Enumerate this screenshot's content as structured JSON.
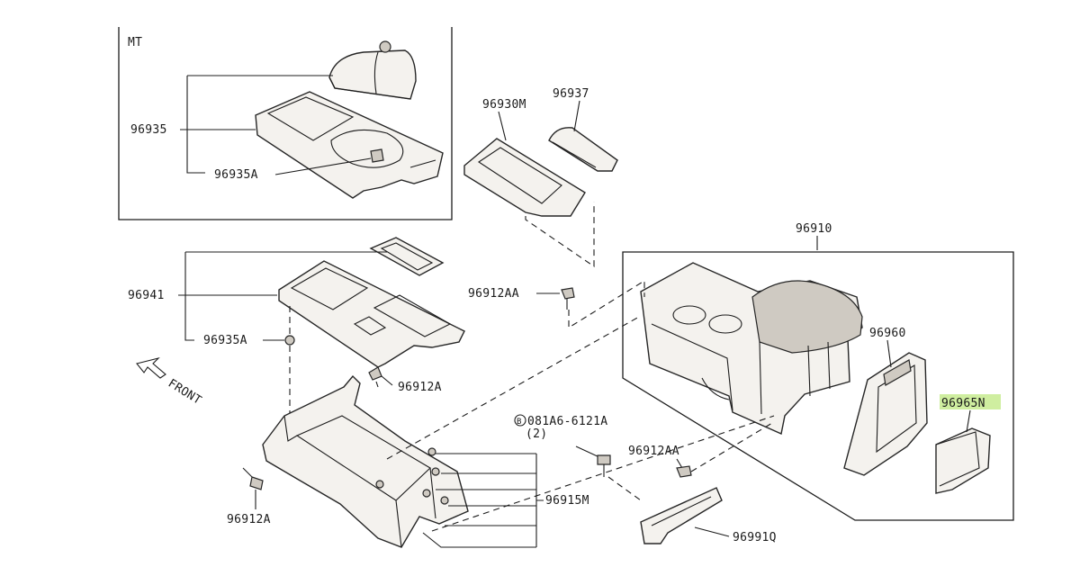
{
  "diagram": {
    "inset_label": "MT",
    "front_label": "FRONT",
    "accent_color": "#cfeea0",
    "labels": {
      "p96935": "96935",
      "p96935A_top": "96935A",
      "p96930M": "96930M",
      "p96937": "96937",
      "p96910": "96910",
      "p96941": "96941",
      "p96912AA_top": "96912AA",
      "p96935A_mid": "96935A",
      "p96960": "96960",
      "p96912A_mid": "96912A",
      "p96965N": "96965N",
      "p081A6": "081A6-6121A",
      "p081A6_qty": "(2)",
      "p081A6_prefix": "B",
      "p96912AA_low": "96912AA",
      "p96915M": "96915M",
      "p96912A_low": "96912A",
      "p96991Q": "96991Q"
    }
  }
}
